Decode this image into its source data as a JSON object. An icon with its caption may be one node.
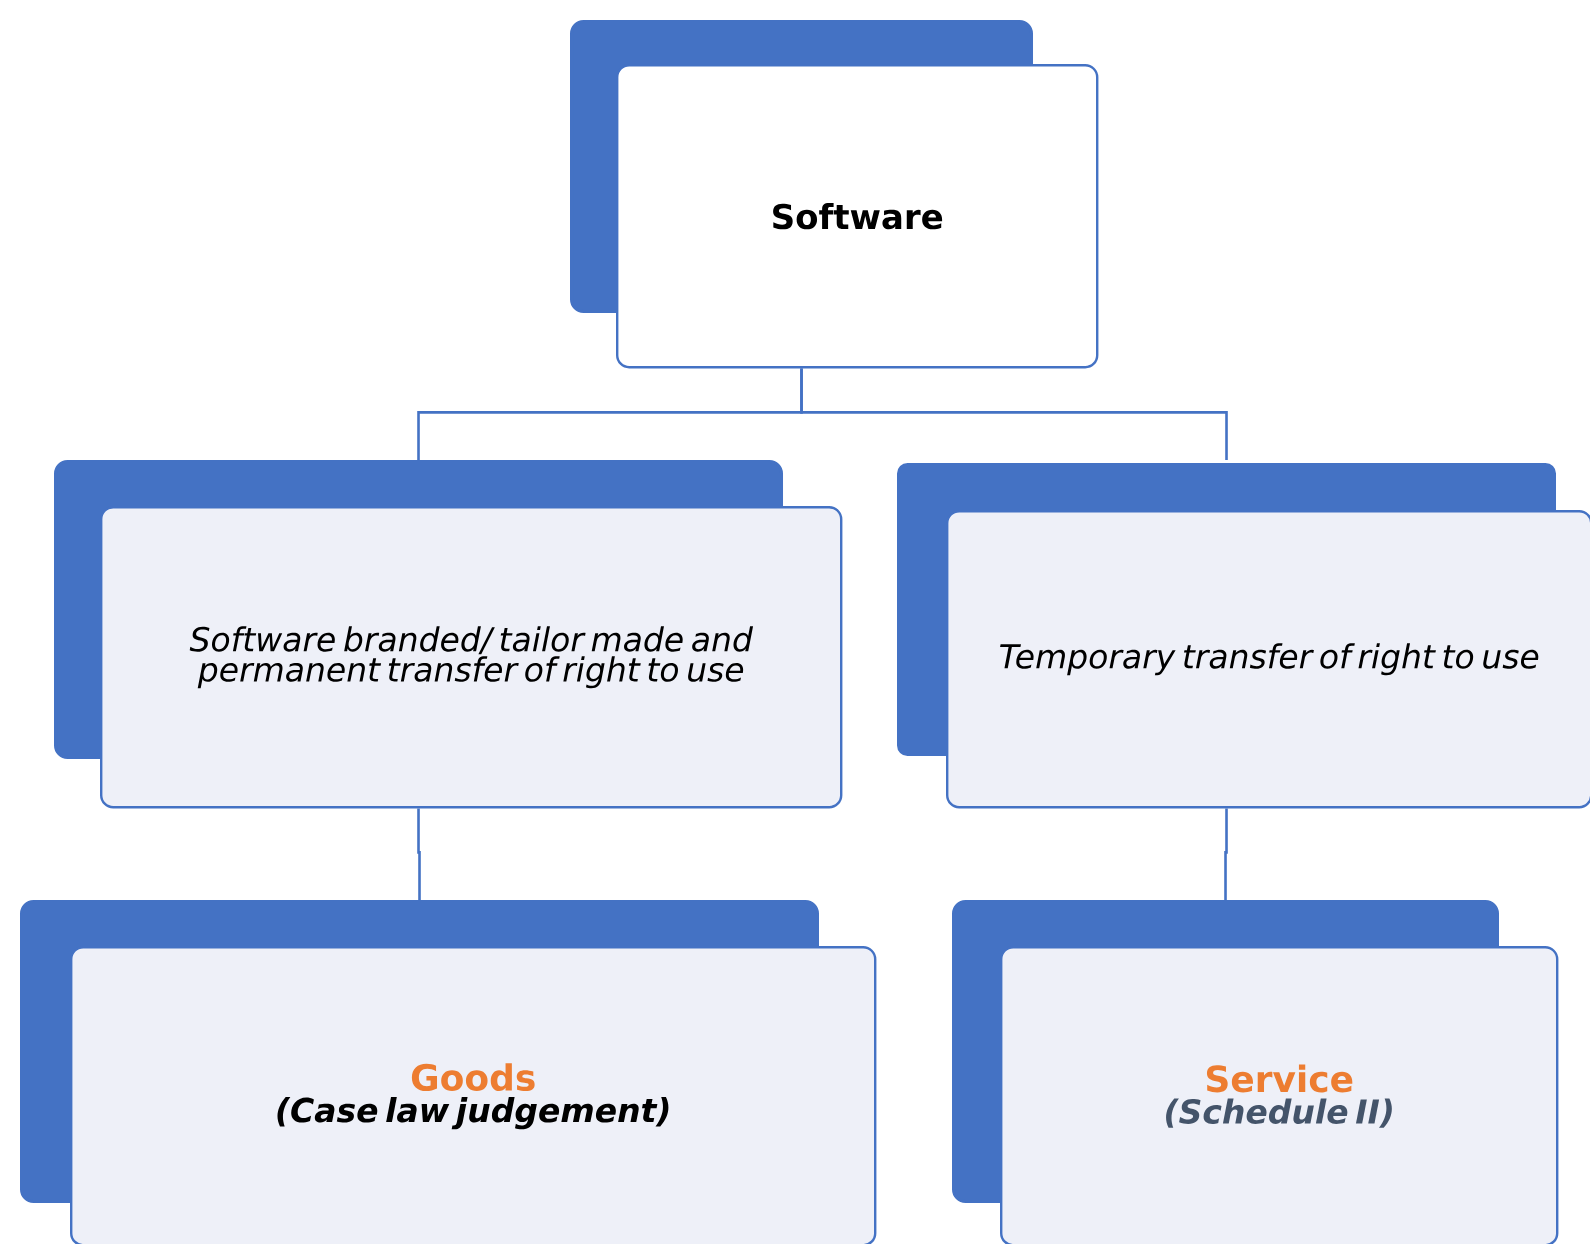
{
  "diagram": {
    "nodes": [
      {
        "text": [
          "Software"
        ]
      },
      {
        "text": [
          "Software branded/ tailor made and permanent transfer of right to use"
        ]
      },
      {
        "text": [
          "Temporary transfer of right to use"
        ]
      },
      {
        "text": [
          "Goods",
          "(Case law judgement)"
        ]
      },
      {
        "text": [
          "Service",
          "(Schedule II)"
        ]
      }
    ],
    "edges": [
      {
        "from": 0,
        "to": 1,
        "arrow": "none"
      },
      {
        "from": 0,
        "to": 2,
        "arrow": "none"
      },
      {
        "from": 1,
        "to": 3,
        "arrow": "none"
      },
      {
        "from": 2,
        "to": 4,
        "arrow": "none"
      }
    ]
  }
}
